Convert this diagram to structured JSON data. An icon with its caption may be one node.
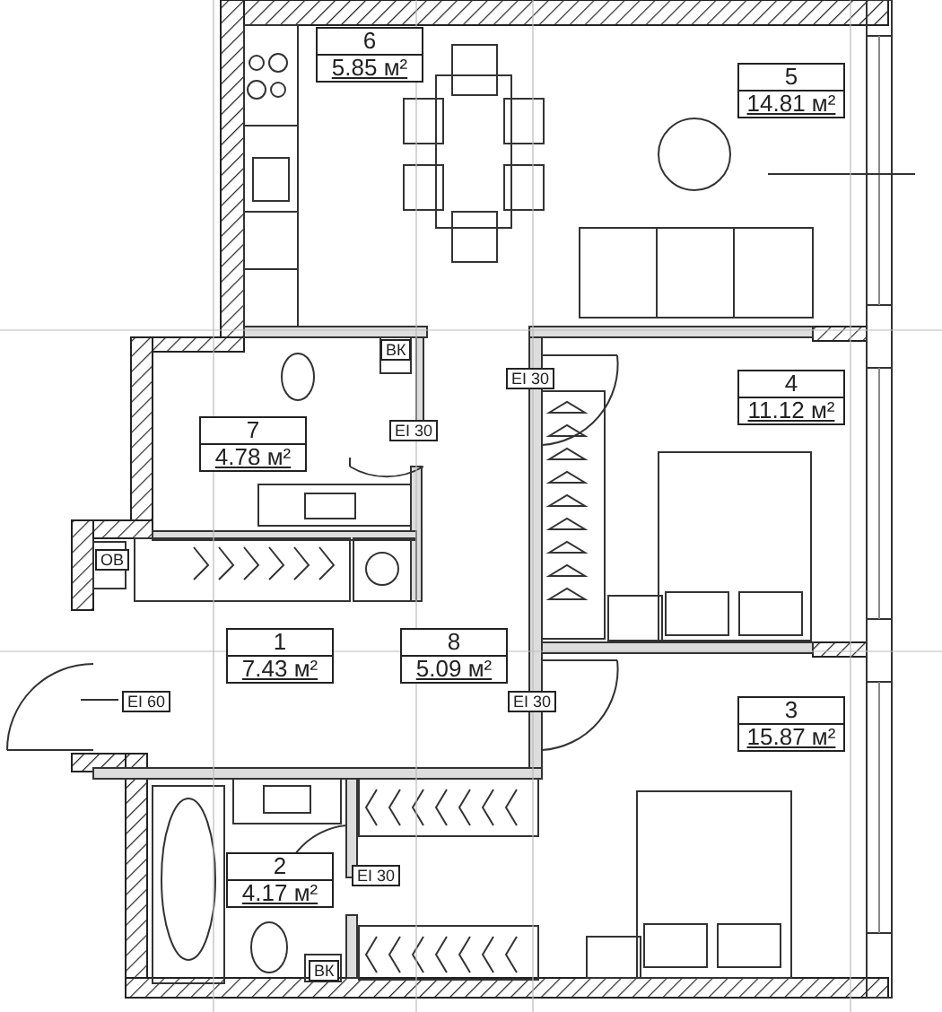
{
  "diagram": {
    "nodes": [
      {
        "text": [
          "6",
          "5.85 м²"
        ]
      },
      {
        "text": [
          "5",
          "14.81 м²"
        ]
      },
      {
        "text": [
          "4",
          "11.12 м²"
        ]
      },
      {
        "text": [
          "7",
          "4.78 м²"
        ]
      },
      {
        "text": [
          "1",
          "7.43 м²"
        ]
      },
      {
        "text": [
          "8",
          "5.09 м²"
        ]
      },
      {
        "text": [
          "3",
          "15.87 м²"
        ]
      },
      {
        "text": [
          "2",
          "4.17 м²"
        ]
      }
    ],
    "labels": [
      "ВК",
      "EI 30",
      "EI 30",
      "ОВ",
      "EI 60",
      "EI 30",
      "EI 30",
      "ВК"
    ]
  }
}
